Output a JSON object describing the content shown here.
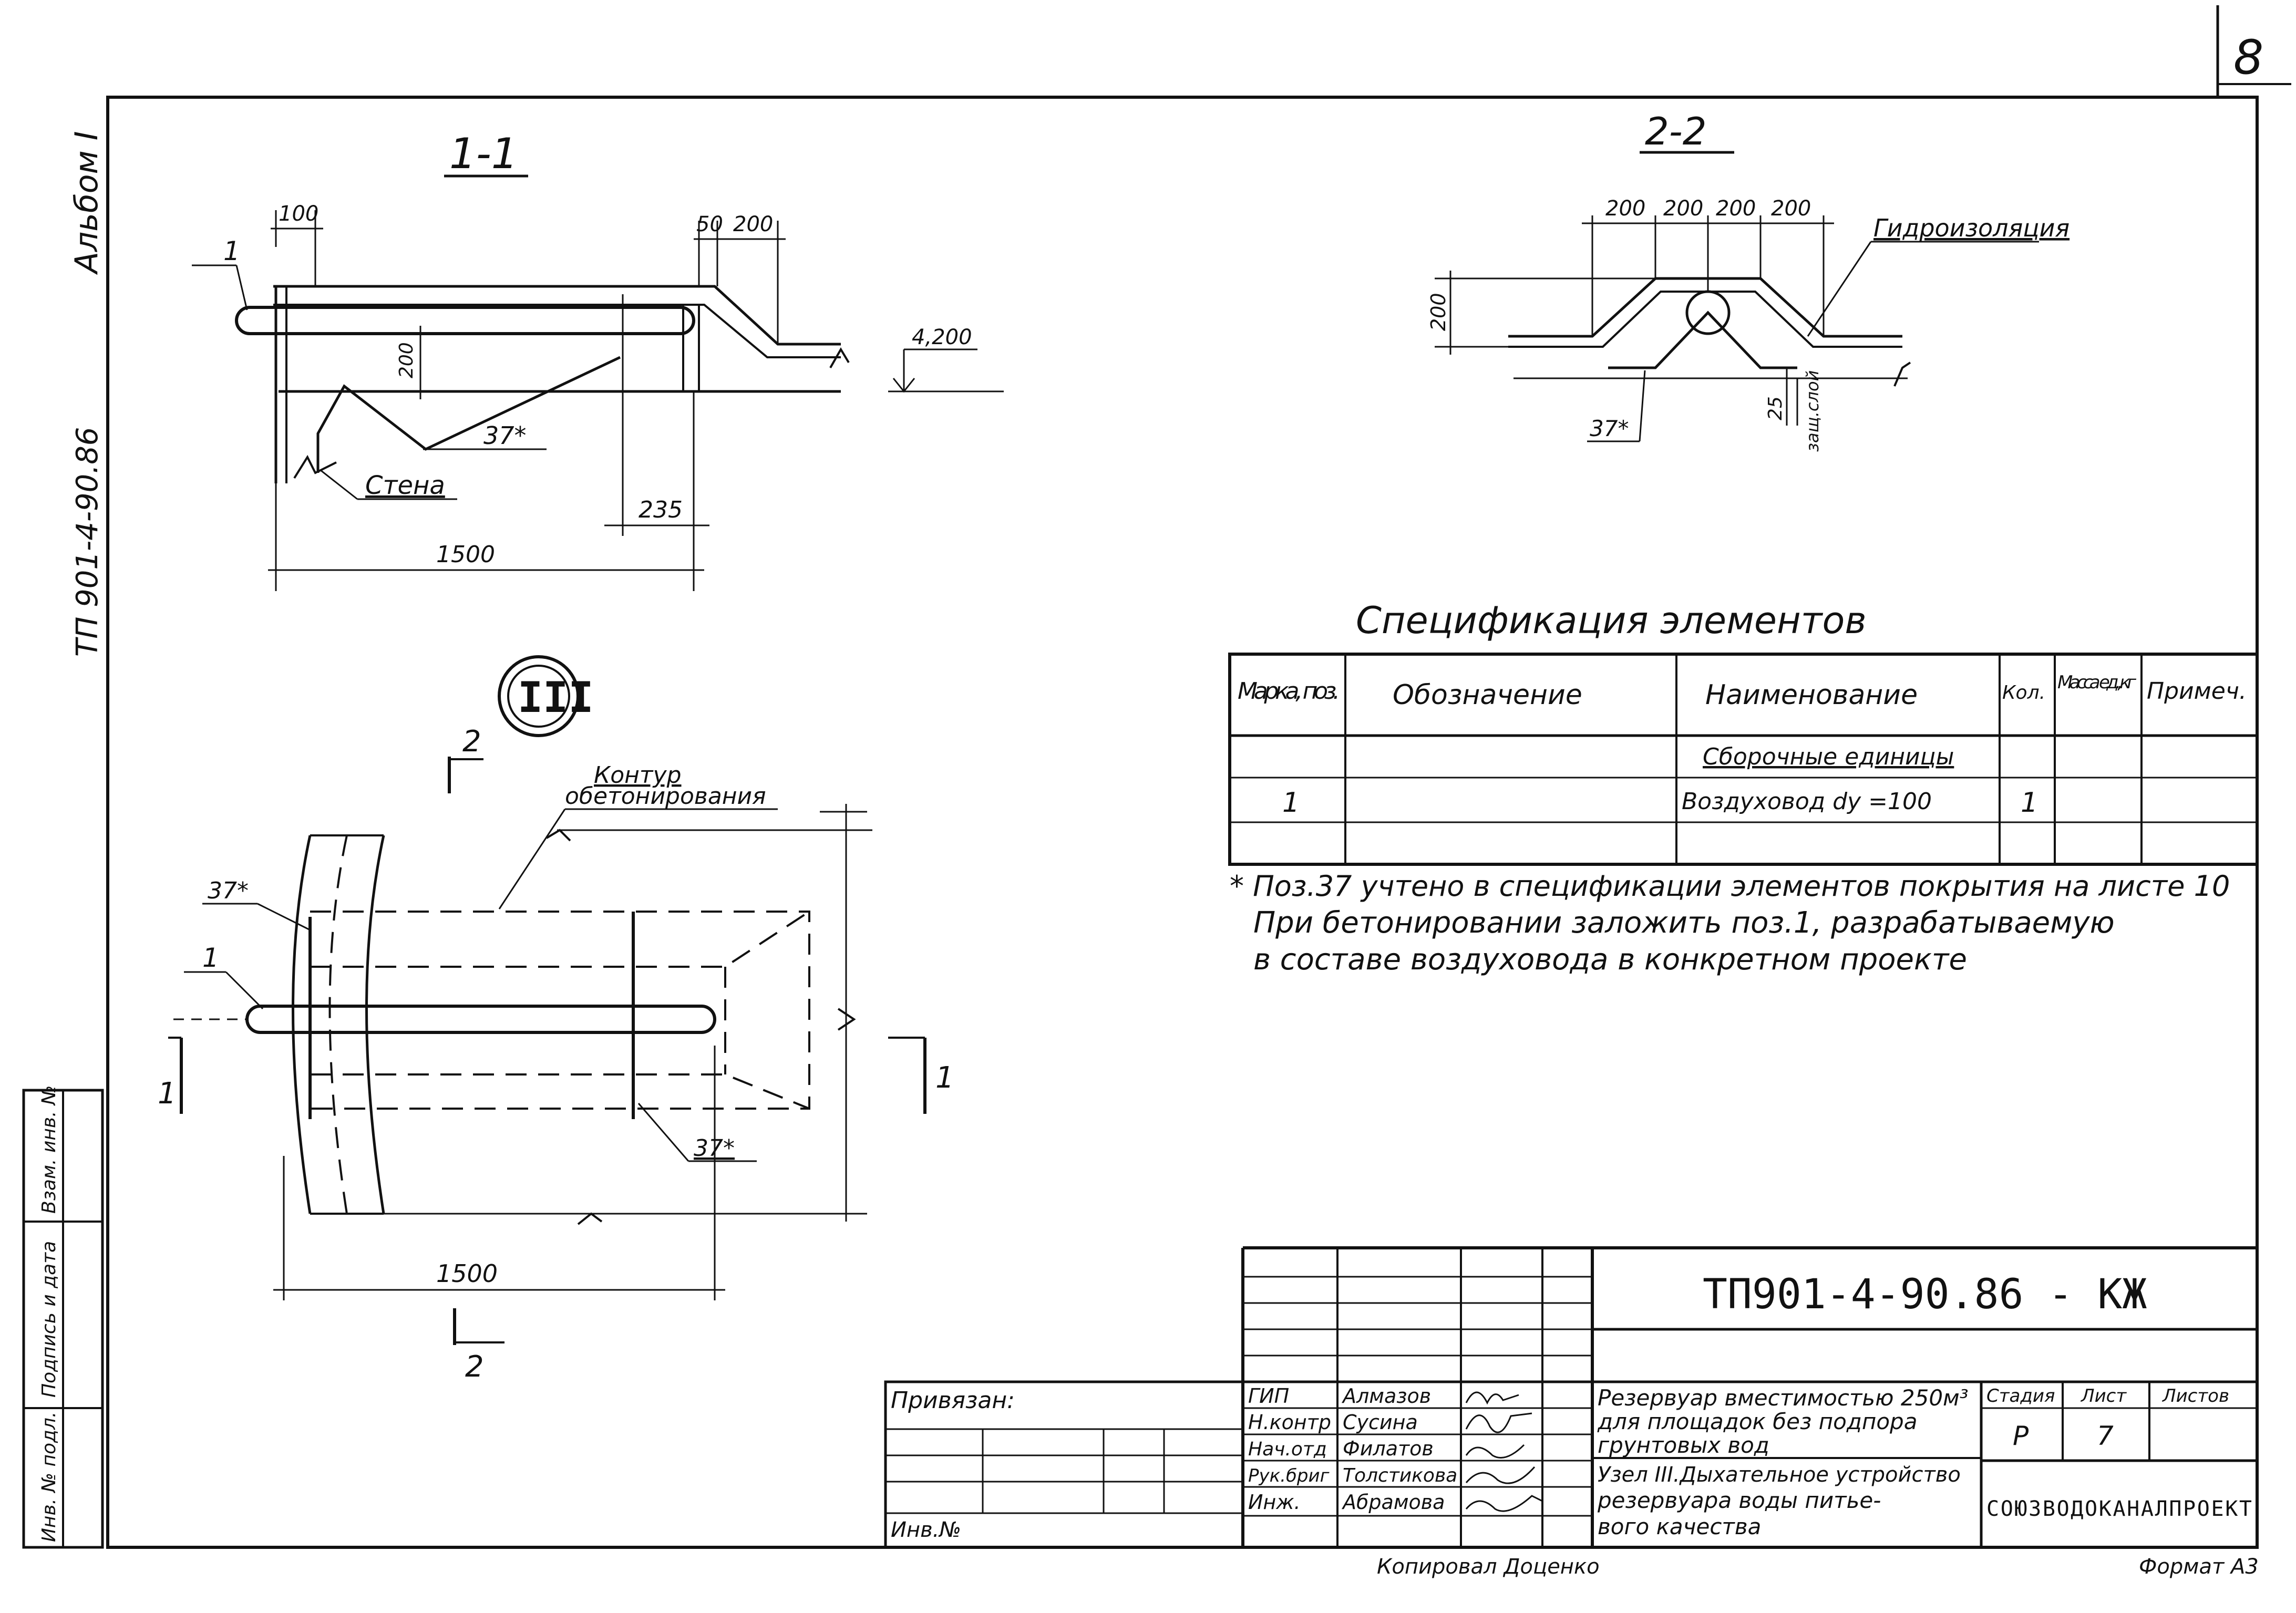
{
  "sheet": {
    "sheet_number": "8",
    "album": "Альбом I",
    "doc_code_side": "ТП 901-4-90.86",
    "format": "Формат А3",
    "copied_by": "Копировал Доценко"
  },
  "section_1_1": {
    "title": "1-1",
    "dim_100": "100",
    "dim_50": "50",
    "dim_200": "200",
    "dim_200_vertical": "200",
    "elevation": "4,200",
    "pos_1": "1",
    "pos_37": "37*",
    "wall_label": "Стена",
    "dim_235": "235",
    "dim_1500": "1500"
  },
  "section_2_2": {
    "title": "2-2",
    "dims_top": [
      "200",
      "200",
      "200",
      "200"
    ],
    "dim_200_vertical": "200",
    "waterproofing": "Гидроизоляция",
    "pos_37": "37*",
    "dim_25": "25",
    "protective_layer": "защ.слой"
  },
  "node_3": {
    "marker": "III",
    "contour_label_line1": "Контур",
    "contour_label_line2": "обетонирования",
    "cut_2_top": "2",
    "cut_2_bottom": "2",
    "cut_1_left": "1",
    "cut_1_right": "1",
    "pos_1": "1",
    "pos_37_left": "37*",
    "pos_37_right": "37*",
    "dim_1500": "1500"
  },
  "specification": {
    "title": "Спецификация элементов",
    "headers": [
      "Марка, поз.",
      "Обозначение",
      "Наименование",
      "Кол.",
      "Масса ед.,кг",
      "Примеч."
    ],
    "group_row": "Сборочные единицы",
    "rows": [
      {
        "mark": "1",
        "designation": "",
        "name": "Воздуховод dy =100",
        "qty": "1",
        "mass": "",
        "note": ""
      }
    ],
    "note_line1": "* Поз.37 учтено в спецификации элементов покрытия на листе 10",
    "note_line2": "При бетонировании заложить поз.1, разрабатываемую",
    "note_line3": "в составе воздуховода в конкретном проекте"
  },
  "left_stamp": {
    "cells": [
      "Инв. № подл.",
      "Подпись и дата",
      "Взам. инв. №"
    ]
  },
  "title_block": {
    "doc_code": "ТП901-4-90.86 - КЖ",
    "bound": "Привязан:",
    "inv_no": "Инв.№",
    "roles": [
      "ГИП",
      "Н.контр",
      "Нач.отд",
      "Рук.бриг",
      "Инж."
    ],
    "names": [
      "Алмазов",
      "Сусина",
      "Филатов",
      "Толстикова",
      "Абрамова"
    ],
    "object_line1": "Резервуар вместимостью 250м³",
    "object_line2": "для площадок без подпора",
    "object_line3": "грунтовых вод",
    "sheet_line1": "Узел III.Дыхательное устройство",
    "sheet_line2": "резервуара воды питье-",
    "sheet_line3": "вого качества",
    "stage_label": "Стадия",
    "sheet_label": "Лист",
    "sheets_label": "Листов",
    "stage": "Р",
    "sheet": "7",
    "organization": "СОЮЗВОДОКАНАЛПРОЕКТ"
  }
}
